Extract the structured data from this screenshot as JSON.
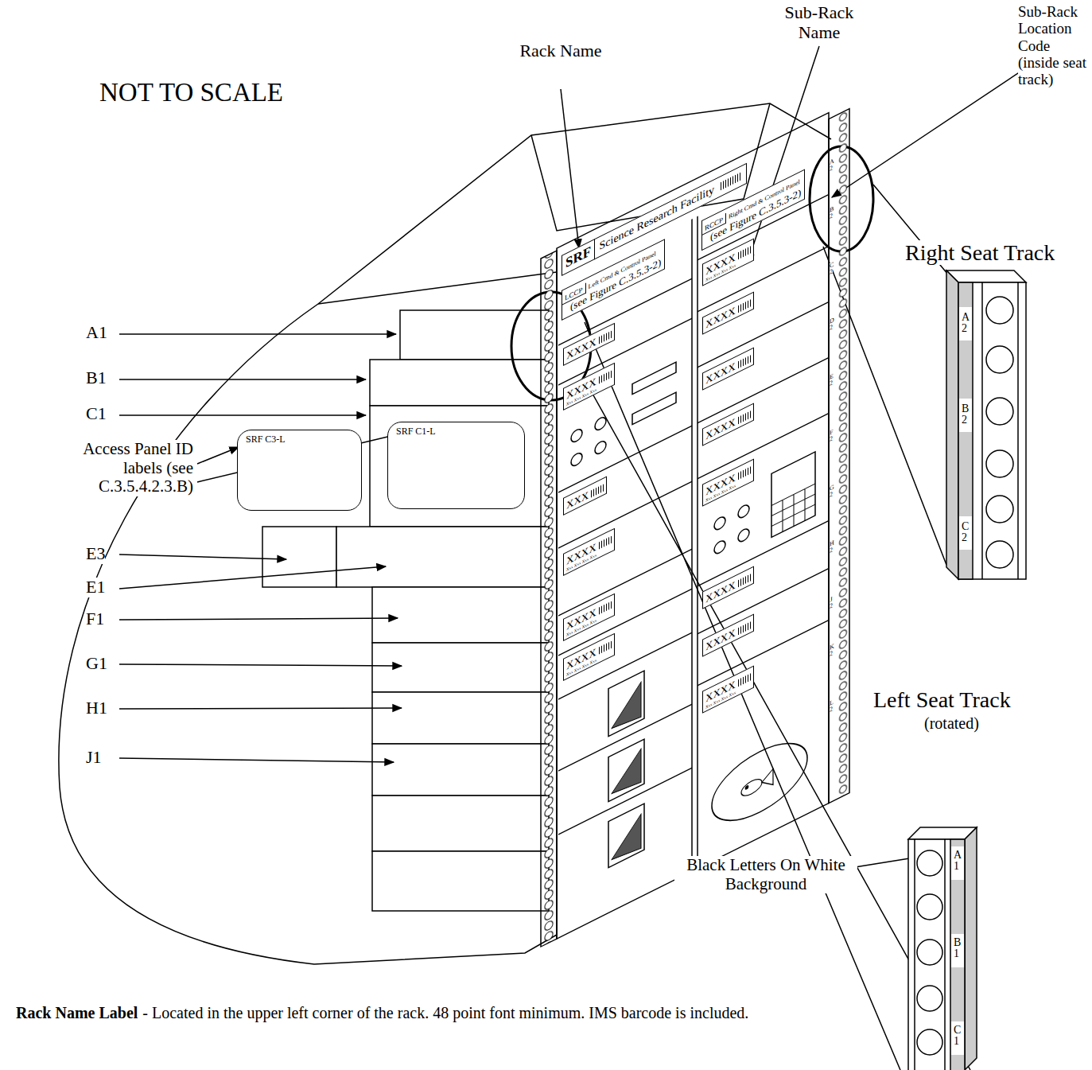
{
  "diagram": {
    "nodes": [
      {
        "text": [
          "SRF"
        ]
      },
      {
        "text": [
          "Science Research Facility"
        ]
      },
      {
        "text": [
          "LCCP",
          "Left Cmd & Control Panel",
          "(see Figure C.3.5.3-2)"
        ]
      },
      {
        "text": [
          "RCCP",
          "Right Cmd & Control Panel",
          "(see Figure C.3.5.3-2)"
        ]
      },
      {
        "text": [
          "SRF C3-L"
        ]
      },
      {
        "text": [
          "SRF C1-L"
        ]
      },
      {
        "text": [
          "XXXX"
        ]
      },
      {
        "text": [
          "XXXX",
          "Xxx Xxx Xxx Xxx"
        ]
      },
      {
        "text": [
          "XXX"
        ]
      },
      {
        "text": [
          "XXXX",
          "Xxx Xxx Xxx Xxx"
        ]
      },
      {
        "text": [
          "XXXX",
          "Xxx Xxx Xxx Xxx"
        ]
      },
      {
        "text": [
          "XXXX",
          "Xxx Xxx Xxx Xxx"
        ]
      },
      {
        "text": [
          "XXXX",
          "Xxx Xxx Xxx Xxx"
        ]
      },
      {
        "text": [
          "XXXX"
        ]
      },
      {
        "text": [
          "XXXX"
        ]
      },
      {
        "text": [
          "XXXX"
        ]
      },
      {
        "text": [
          "XXXX",
          "Xxx Xxx Xxx Xxx"
        ]
      },
      {
        "text": [
          "XXXX"
        ]
      },
      {
        "text": [
          "XXXX"
        ]
      },
      {
        "text": [
          "XXXX",
          "Xxx Xxx Xxx Xxx"
        ]
      }
    ],
    "labels": [
      "NOT TO SCALE",
      "Rack Name",
      "Sub-Rack Name",
      "Sub-Rack Location Code (inside seat track)",
      "Right Seat Track",
      "A2",
      "B2",
      "C2",
      "A1",
      "B1",
      "C1",
      "E3",
      "E1",
      "F1",
      "G1",
      "H1",
      "J1",
      "Access Panel ID labels (see C.3.5.4.2.3.B)",
      "A2",
      "B2",
      "C2",
      "D2",
      "E2",
      "F2",
      "G2",
      "H2",
      "J2",
      "K2",
      "L2",
      "Left Seat Track",
      "(rotated)",
      "A1",
      "B1",
      "C1",
      "Black Letters On White Background",
      "Rack Name Label",
      "- Located in the upper left corner of the rack.  48 point font minimum. IMS barcode is included."
    ]
  }
}
